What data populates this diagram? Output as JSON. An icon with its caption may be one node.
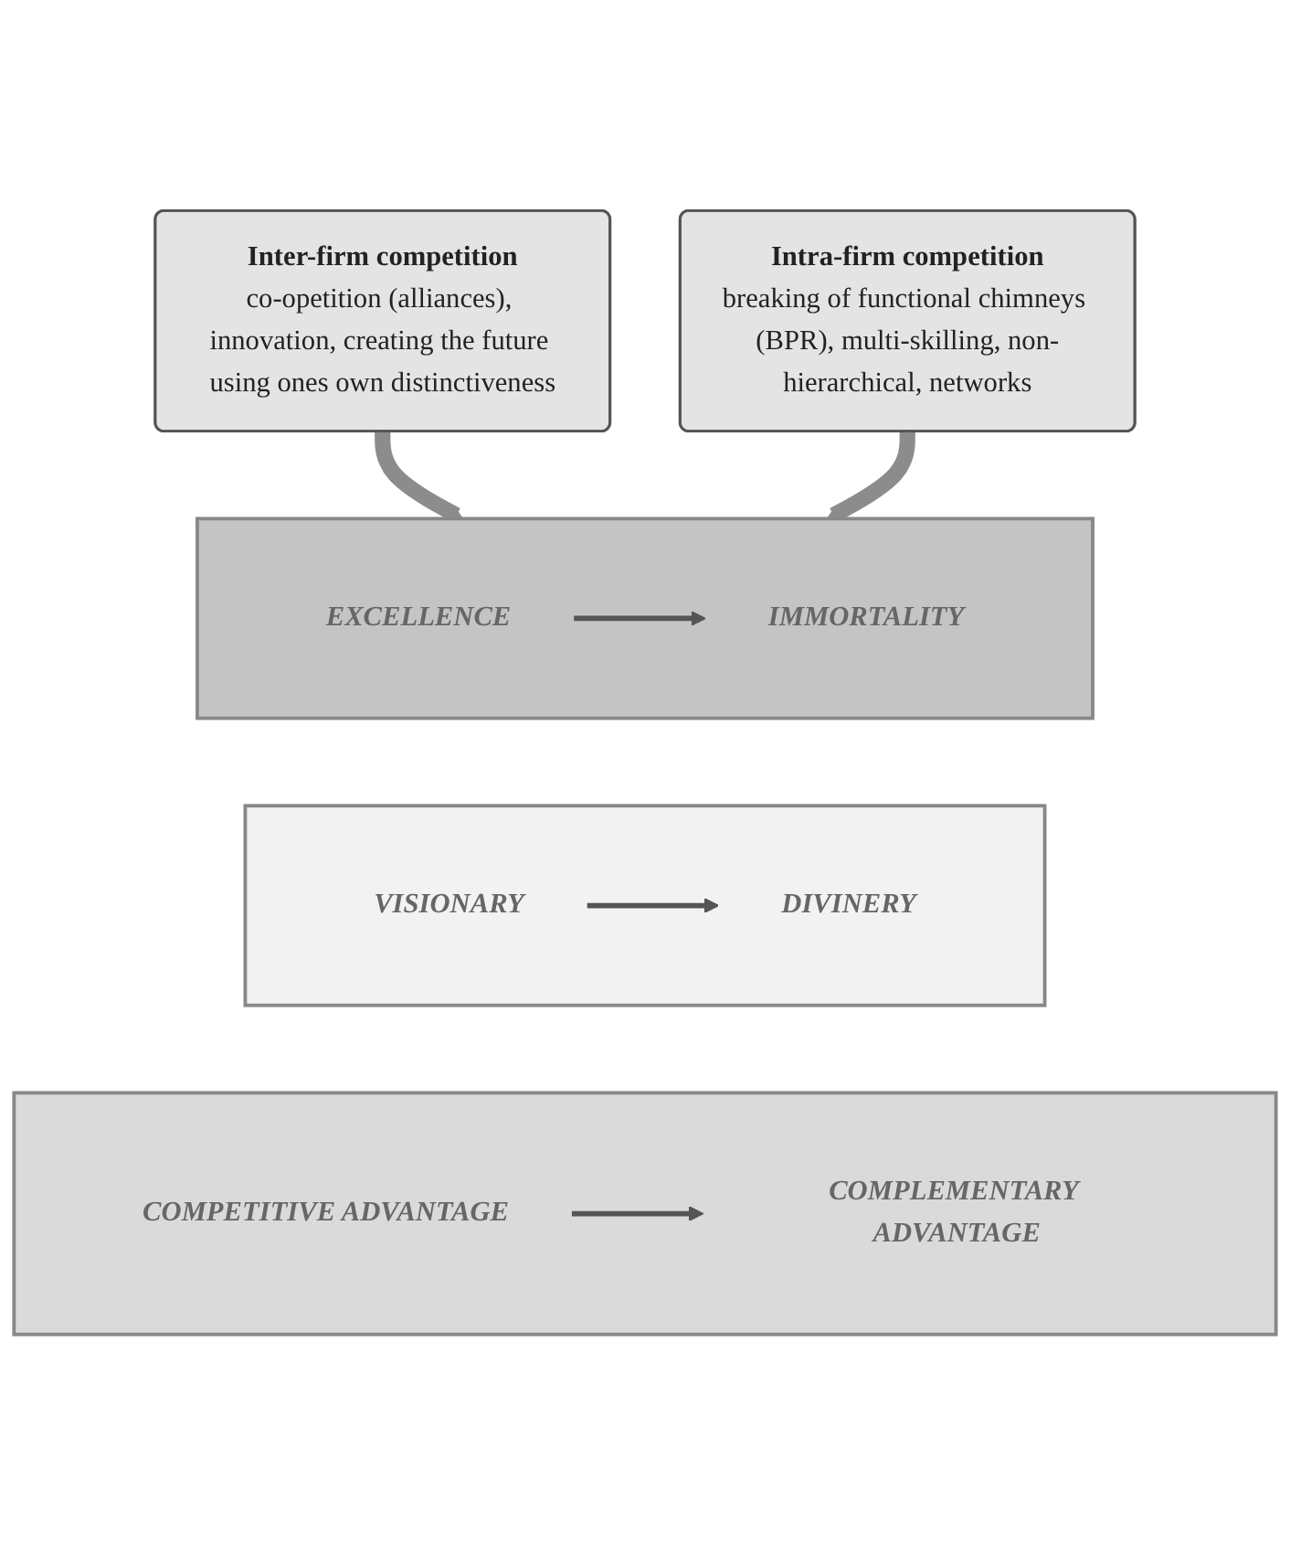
{
  "diagram": {
    "nodes": [
      {
        "text": [
          "Inter-firm competition",
          "co-opetition (alliances), innovation, creating the future using ones own distinctiveness"
        ]
      },
      {
        "text": [
          "Intra-firm competition",
          "breaking of functional chimneys (BPR), multi-skilling, non-hierarchical, networks"
        ]
      },
      {
        "text": [],
        "shape": "box"
      },
      {
        "text": [
          "EXCELLENCE"
        ],
        "in": 2
      },
      {
        "text": [
          "IMMORTALITY"
        ],
        "in": 2
      },
      {
        "text": [],
        "shape": "box"
      },
      {
        "text": [
          "VISIONARY"
        ],
        "in": 5
      },
      {
        "text": [
          "DIVINERY"
        ],
        "in": 5
      },
      {
        "text": [],
        "shape": "box"
      },
      {
        "text": [
          "COMPETITIVE ADVANTAGE"
        ],
        "in": 8
      },
      {
        "text": [
          "COMPLEMENTARY ADVANTAGE"
        ],
        "in": 8
      }
    ],
    "edges": [
      {
        "from": 0,
        "to": 2,
        "arrow": "to",
        "style": "thick",
        "color": "#8c8c8c"
      },
      {
        "from": 1,
        "to": 2,
        "arrow": "to",
        "style": "thick",
        "color": "#8c8c8c"
      },
      {
        "from": 3,
        "to": 4,
        "arrow": "to"
      },
      {
        "from": 6,
        "to": 7,
        "arrow": "to"
      },
      {
        "from": 9,
        "to": 10,
        "arrow": "to"
      }
    ]
  }
}
